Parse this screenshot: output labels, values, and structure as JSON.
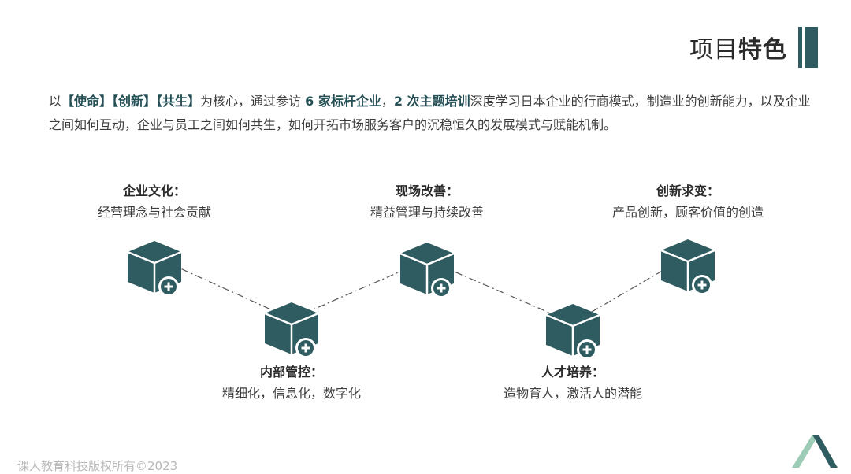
{
  "header": {
    "title_light": "项目",
    "title_bold": "特色"
  },
  "intro": {
    "t1": "以",
    "e1": "【使命】【创新】【共生】",
    "t2": "为核心，通过参访 ",
    "e2": "6 家标杆企业",
    "t3": "，",
    "e3": "2 次主题培训",
    "t4": "深度学习日本企业的行商模式，制造业的创新能力，以及企业之间如何互动，企业与员工之间如何共生，如何开拓市场服务客户的沉稳恒久的发展模式与赋能机制。"
  },
  "features": [
    {
      "title": "企业文化：",
      "desc": "经营理念与社会贡献"
    },
    {
      "title": "内部管控：",
      "desc": "精细化，信息化，数字化"
    },
    {
      "title": "现场改善：",
      "desc": "精益管理与持续改善"
    },
    {
      "title": "人才培养：",
      "desc": "造物育人，激活人的潜能"
    },
    {
      "title": "创新求变：",
      "desc": "产品创新，顾客价值的创造"
    }
  ],
  "footer": {
    "copyright": "课人教育科技版权所有©2023"
  },
  "colors": {
    "brand": "#2f5c60",
    "accent_text": "#244f55"
  },
  "icons": [
    "box-plus-icon",
    "logo-mark"
  ]
}
